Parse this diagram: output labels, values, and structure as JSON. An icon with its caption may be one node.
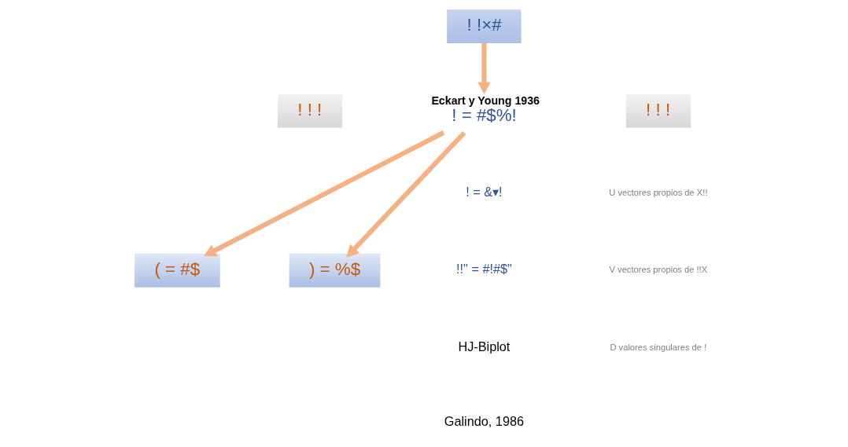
{
  "diagram": {
    "nodes": [
      {
        "text": [
          "! !×#"
        ]
      },
      {
        "text": [
          "! ! !"
        ]
      },
      {
        "text": [
          "! ! !"
        ]
      },
      {
        "text": [
          "Eckart y Young 1936",
          "! = #$%!"
        ]
      },
      {
        "text": [
          "( = #$"
        ]
      },
      {
        "text": [
          ") = %$"
        ]
      }
    ],
    "edges": [
      {
        "from": 0,
        "to": 3,
        "arrow": "to"
      },
      {
        "from": 3,
        "to": 4,
        "arrow": "to"
      },
      {
        "from": 3,
        "to": 5,
        "arrow": "to"
      }
    ],
    "labels": [
      "U vectores propios de X!!",
      "V vectores propios de !!X",
      "D valores singulares de !",
      "! = &▾!",
      "!!\" = #!#$\"",
      "HJ-Biplot",
      "Galindo, 1986"
    ]
  }
}
